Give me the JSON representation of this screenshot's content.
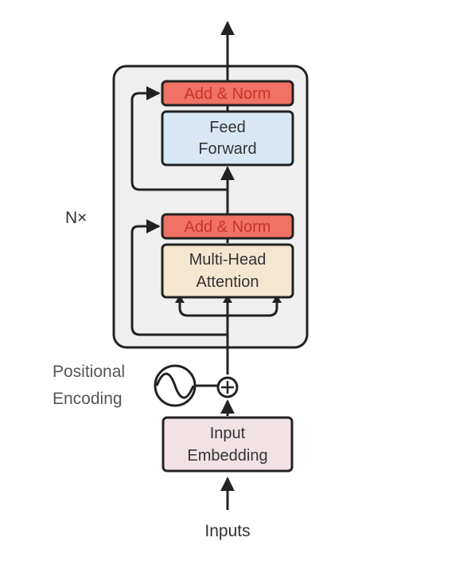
{
  "nx_label": "N×",
  "positional_encoding": {
    "line1": "Positional",
    "line2": "Encoding"
  },
  "add_norm_top": "Add & Norm",
  "feed_forward": {
    "line1": "Feed",
    "line2": "Forward"
  },
  "add_norm_bottom": "Add & Norm",
  "multi_head_attention": {
    "line1": "Multi-Head",
    "line2": "Attention"
  },
  "input_embedding": {
    "line1": "Input",
    "line2": "Embedding"
  },
  "inputs_label": "Inputs",
  "colors": {
    "add_norm_fill": "#f07264",
    "add_norm_text": "#c7352b",
    "feed_forward_fill": "#d7e8f4",
    "attention_fill": "#f5e7cf",
    "embedding_fill": "#f1e3e5",
    "block_fill": "#efefef",
    "stroke": "#222222",
    "text": "#333333"
  },
  "icons": {
    "sum": "plus-circle-icon",
    "sine": "sine-wave-icon"
  }
}
